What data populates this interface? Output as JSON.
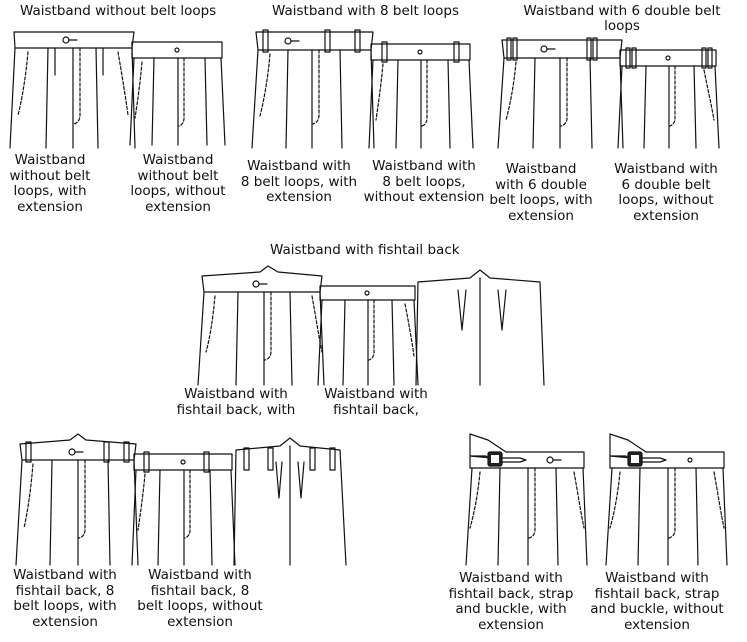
{
  "section_titles": {
    "no_loops": "Waistband without belt loops",
    "eight_loops": "Waistband with 8 belt loops",
    "six_double": "Waistband with 6 double belt\nloops",
    "fishtail": "Waistband with fishtail back"
  },
  "captions": {
    "no_loops_ext": "Waistband\nwithout belt\nloops, with\nextension",
    "no_loops_noext": "Waistband\nwithout belt\nloops, without\nextension",
    "eight_ext": "Waistband with\n8 belt loops, with\nextension",
    "eight_noext": "Waistband with\n8 belt loops,\nwithout extension",
    "six_ext": "Waistband\nwith 6 double\nbelt loops, with\nextension",
    "six_noext": "Waistband with\n6 double belt\nloops, without\nextension",
    "fish_ext": "Waistband with\nfishtail back, with",
    "fish_noext": "Waistband with\nfishtail back,",
    "fish8_ext": "Waistband with\nfishtail back, 8\nbelt loops, with\nextension",
    "fish8_noext": "Waistband with\nfishtail back, 8\nbelt loops, without\nextension",
    "strap_ext": "Waistband with\nfishtail back, strap\nand buckle, with\nextension",
    "strap_noext": "Waistband with\nfishtail back, strap\nand buckle, without\nextension"
  }
}
